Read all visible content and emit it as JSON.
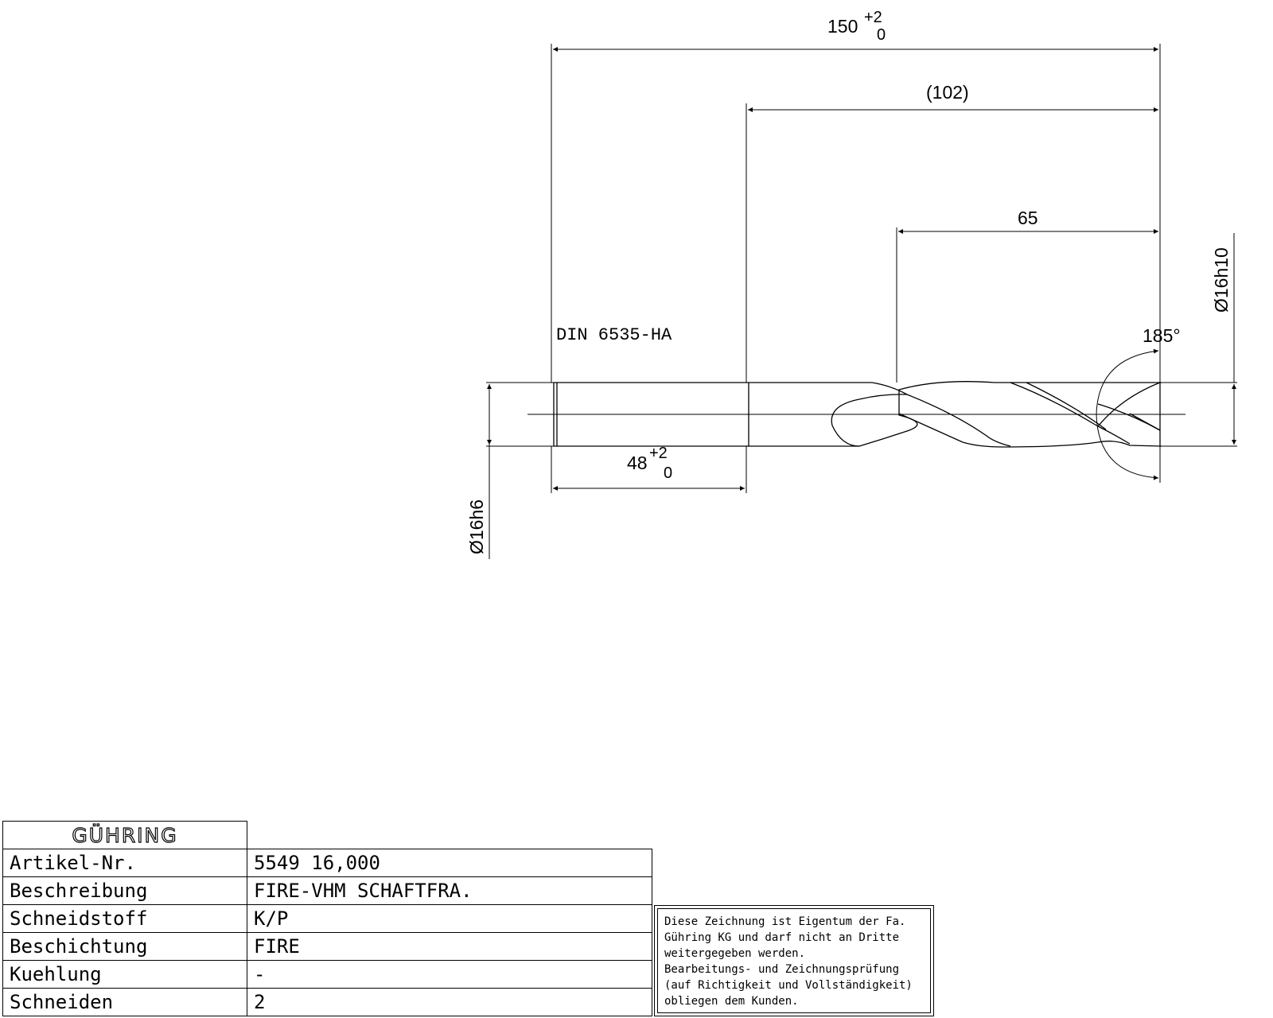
{
  "drawing": {
    "overall_length": {
      "value": "150",
      "tol_upper": "+2",
      "tol_lower": "0"
    },
    "reference_length": "(102)",
    "flute_length": "65",
    "shank_length": {
      "value": "48",
      "tol_upper": "+2",
      "tol_lower": "0"
    },
    "standard": "DIN 6535-HA",
    "shank_diameter": "Ø16h6",
    "cutting_diameter": "Ø16h10",
    "point_angle": "185°"
  },
  "title_block": {
    "logo": "GÜHRING",
    "rows": [
      {
        "label": "Artikel-Nr.",
        "value": "5549 16,000"
      },
      {
        "label": "Beschreibung",
        "value": "FIRE-VHM SCHAFTFRA."
      },
      {
        "label": "Schneidstoff",
        "value": "K/P"
      },
      {
        "label": "Beschichtung",
        "value": "FIRE"
      },
      {
        "label": "Kuehlung",
        "value": "-"
      },
      {
        "label": "Schneiden",
        "value": "2"
      }
    ]
  },
  "notice": {
    "lines": [
      "Diese Zeichnung ist Eigentum der Fa.",
      "Gühring KG und darf nicht an Dritte",
      "weitergegeben werden.",
      "Bearbeitungs- und Zeichnungsprüfung",
      "(auf Richtigkeit und Vollständigkeit)",
      "obliegen dem Kunden."
    ]
  }
}
